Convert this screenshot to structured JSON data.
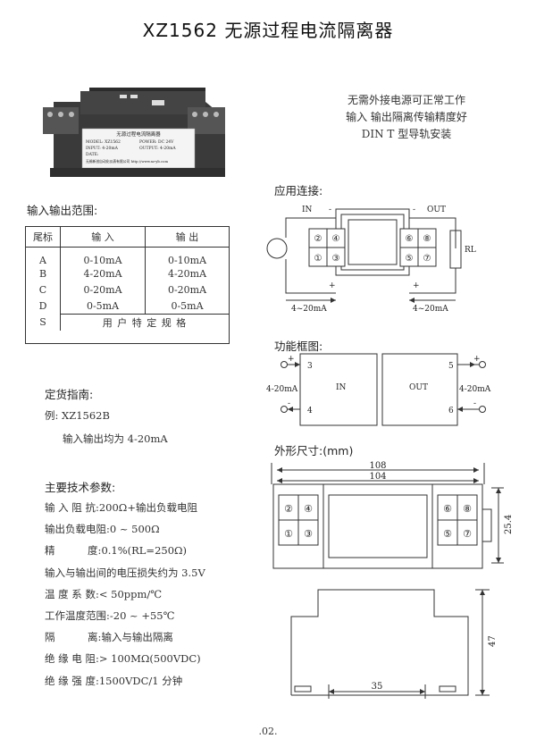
{
  "title": "XZ1562  无源过程电流隔离器",
  "features": [
    "无需外接电源可正常工作",
    "输入 输出隔离传输精度好",
    "DIN T 型导轨安装"
  ],
  "product_label": {
    "header": "无源过程电流隔离器",
    "model": "MODEL: XZ1562",
    "power": "POWER: DC 24V",
    "input": "INPUT: 4-20mA",
    "output": "OUTPUT: 4-20mA",
    "date": "DATE:",
    "company": "无锡新创自动化仪表有限公司 http://www.xz-yb.com"
  },
  "range": {
    "heading": "输入输出范围:",
    "headers": [
      "尾标",
      "输  入",
      "输  出"
    ],
    "rows": [
      {
        "code": "A",
        "in": "0-10mA",
        "out": "0-10mA"
      },
      {
        "code": "B",
        "in": "4-20mA",
        "out": "4-20mA"
      },
      {
        "code": "C",
        "in": "0-20mA",
        "out": "0-20mA"
      },
      {
        "code": "D",
        "in": "0-5mA",
        "out": "0-5mA"
      }
    ],
    "custom_code": "S",
    "custom_text": "用 户 特 定 规 格"
  },
  "order": {
    "heading": "定货指南:",
    "example": "例: XZ1562B",
    "note": "输入输出均为 4-20mA"
  },
  "specs": {
    "heading": "主要技术参数:",
    "items": [
      {
        "label": "输 入 阻 抗:",
        "value": "200Ω+输出负载电阻"
      },
      {
        "label": "输出负载电阻:",
        "value": "0 ~ 500Ω"
      },
      {
        "label": "精          度:",
        "value": "0.1%(RL=250Ω)"
      },
      {
        "label": "输入与输出间的电压损失约为 3.5V",
        "value": ""
      },
      {
        "label": "温 度 系 数:",
        "value": "< 50ppm/℃"
      },
      {
        "label": "工作温度范围:",
        "value": "-20 ~ +55℃"
      },
      {
        "label": "隔          离:",
        "value": "输入与输出隔离"
      },
      {
        "label": "绝 缘 电 阻:",
        "value": "> 100MΩ(500VDC)"
      },
      {
        "label": "绝 缘 强 度:",
        "value": "1500VDC/1 分钟"
      }
    ]
  },
  "wiring": {
    "heading": "应用连接:",
    "in_label": "IN",
    "out_label": "OUT",
    "minus": "-",
    "plus": "+",
    "load": "RL",
    "current_in": "4~20mA",
    "current_out": "4~20mA",
    "terminals": [
      "②",
      "④",
      "①",
      "③",
      "⑥",
      "⑧",
      "⑤",
      "⑦"
    ]
  },
  "block": {
    "heading": "功能框图:",
    "in_label": "IN",
    "out_label": "OUT",
    "current_in": "4-20mA",
    "current_out": "4-20mA",
    "pin3": "3",
    "pin4": "4",
    "pin5": "5",
    "pin6": "6",
    "plus": "+",
    "minus": "-"
  },
  "dims": {
    "heading": "外形尺寸:(mm)",
    "width_outer": "108",
    "width_inner": "104",
    "height_top": "25.4",
    "height_side": "47",
    "rail": "35",
    "terminals": [
      "②",
      "④",
      "①",
      "③",
      "⑥",
      "⑧",
      "⑤",
      "⑦"
    ]
  },
  "footer": ".02."
}
